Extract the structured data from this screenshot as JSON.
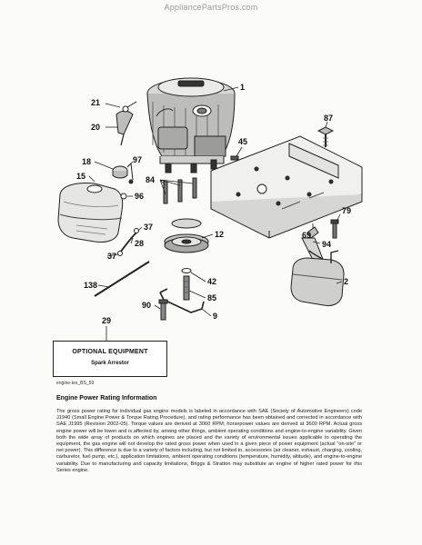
{
  "watermark": "AppliancePartsPros.com",
  "callouts": {
    "c1": "1",
    "c2": "2",
    "c9": "9",
    "c12": "12",
    "c15": "15",
    "c18": "18",
    "c20": "20",
    "c21": "21",
    "c28": "28",
    "c29": "29",
    "c37a": "37",
    "c37b": "37",
    "c42": "42",
    "c45": "45",
    "c69": "69",
    "c79": "79",
    "c84": "84",
    "c85": "85",
    "c87": "87",
    "c90": "90",
    "c94": "94",
    "c96": "96",
    "c97": "97",
    "c138": "138"
  },
  "optional_box": {
    "title": "OPTIONAL EQUIPMENT",
    "item": "Spark Arrestor"
  },
  "figure_id": "engine-tes_BS_59",
  "info": {
    "title": "Engine Power Rating Information",
    "body": "The gross power rating for individual gas engine models is labeled in accordance with SAE (Society of Automotive Engineers) code J1940 (Small Engine Power & Torque Rating Procedure), and rating performance has been obtained and corrected in accordance with SAE J1995 (Revision 2002-05). Torque values are derived at 3060 RPM; horsepower values are derived at 3600 RPM. Actual gross engine power will be lower and is affected by, among other things, ambient operating conditions and engine-to-engine variability. Given both the wide array of products on which engines are placed and the variety of environmental issues applicable to operating the equipment, the gas engine will not develop the rated gross power when used in a given piece of power equipment (actual \"on-site\" or net power). This difference is due to a variety of factors including, but not limited to, accessories (air cleaner, exhaust, charging, cooling, carburetor, fuel pump, etc.), application limitations, ambient operating conditions (temperature, humidity, altitude), and engine-to-engine variability. Due to manufacturing and capacity limitations, Briggs & Stratton may substitute an engine of higher rated power for this Series engine."
  }
}
